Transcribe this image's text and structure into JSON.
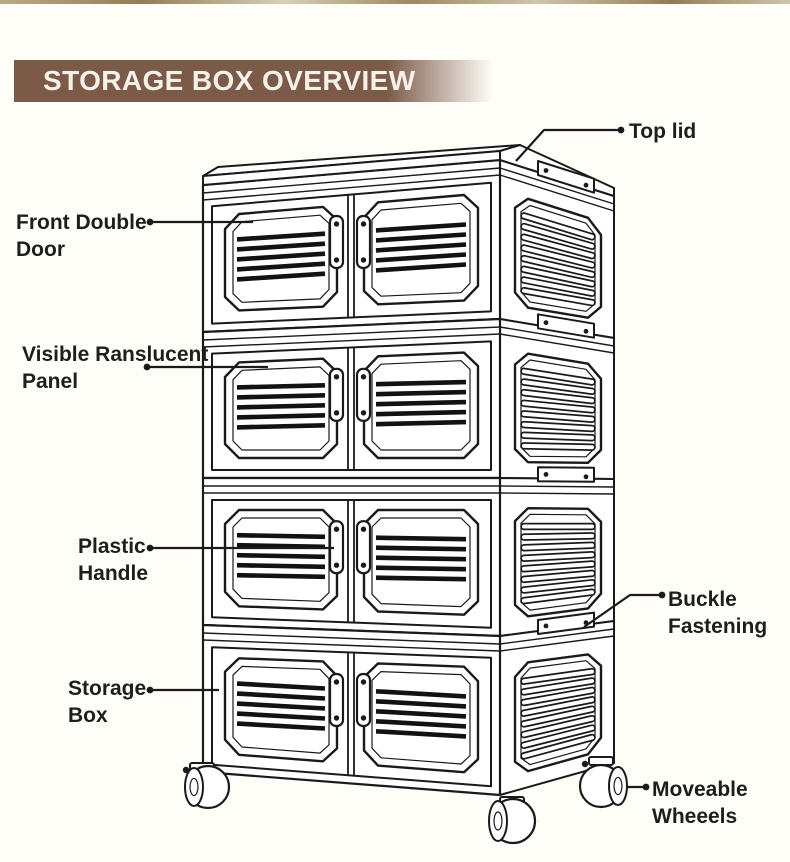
{
  "header": {
    "title": "STORAGE BOX OVERVIEW",
    "banner_color": "#7b5a48",
    "title_color": "#f7f2e9",
    "top_strip_colors": [
      "#b9ac82",
      "#8f7f55",
      "#d8d0b6",
      "#9b8b60",
      "#cfc6a9"
    ]
  },
  "illustration": {
    "tier_count": 4,
    "line_color": "#1a1a1a",
    "background_color": "#fffdf8"
  },
  "callouts": {
    "top_lid": "Top lid",
    "front_double_door": "Front Double\nDoor",
    "visible_ranslucent_panel": "Visible Ranslucent\nPanel",
    "plastic_handle": "Plastic\nHandle",
    "buckle_fastening": "Buckle\nFastening",
    "storage_box": "Storage\nBox",
    "moveable_wheels": "Moveable\nWheeels"
  }
}
